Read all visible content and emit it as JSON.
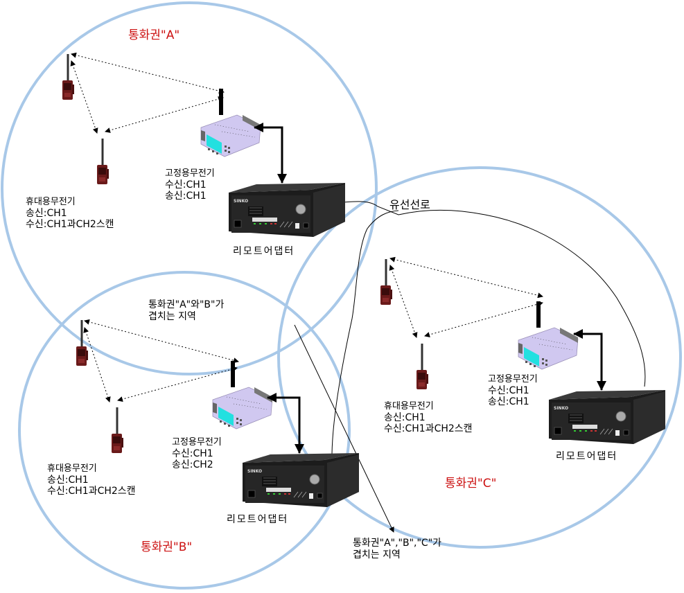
{
  "diagram": {
    "colors": {
      "zone_circle": "#a8c8e8",
      "zone_title": "#cc1111",
      "handheld_body": "#6a1a1a",
      "fixed_radio_body": "#d0c8f0",
      "fixed_radio_screen": "#22e0e0",
      "adapter_body": "#2a2a2a"
    },
    "zones": [
      {
        "id": "A",
        "title": "통화권\"A\"",
        "handheld_label": {
          "title": "휴대용무전기",
          "tx": "송신:CH1",
          "rx": "수신:CH1과CH2스캔"
        },
        "fixed_label": {
          "title": "고정용무전기",
          "rx": "수신:CH1",
          "tx": "송신:CH1"
        },
        "adapter_label": "리모트어댑터",
        "adapter_brand": "SINKO"
      },
      {
        "id": "B",
        "title": "통화권\"B\"",
        "handheld_label": {
          "title": "휴대용무전기",
          "tx": "송신:CH1",
          "rx": "수신:CH1과CH2스캔"
        },
        "fixed_label": {
          "title": "고정용무전기",
          "rx": "수신:CH1",
          "tx": "송신:CH2"
        },
        "adapter_label": "리모트어댑터",
        "adapter_brand": "SINKO"
      },
      {
        "id": "C",
        "title": "통화권\"C\"",
        "handheld_label": {
          "title": "휴대용무전기",
          "tx": "송신:CH1",
          "rx": "수신:CH1과CH2스캔"
        },
        "fixed_label": {
          "title": "고정용무전기",
          "rx": "수신:CH1",
          "tx": "송신:CH1"
        },
        "adapter_label": "리모트어댑터",
        "adapter_brand": "SINKO"
      }
    ],
    "wire_label": "유선선로",
    "overlap_ab": {
      "line1": "통화권\"A\"와\"B\"가",
      "line2": "겹치는 지역"
    },
    "overlap_abc": {
      "line1": "통화권\"A\",\"B\",\"C\"가",
      "line2": "겹치는 지역"
    }
  }
}
